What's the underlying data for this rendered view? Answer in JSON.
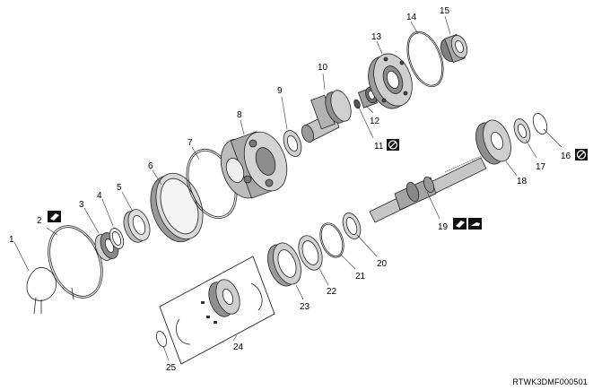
{
  "diagram": {
    "labels": [
      "1",
      "2",
      "3",
      "4",
      "5",
      "6",
      "7",
      "8",
      "9",
      "10",
      "11",
      "12",
      "13",
      "14",
      "15",
      "16",
      "17",
      "18",
      "19",
      "20",
      "21",
      "22",
      "23",
      "24",
      "25"
    ],
    "code": "RTWK3DMF000501",
    "icons": [
      "grease-icon",
      "no-reuse-icon",
      "no-reuse-icon",
      "grease-icon",
      "oil-can-icon"
    ]
  }
}
